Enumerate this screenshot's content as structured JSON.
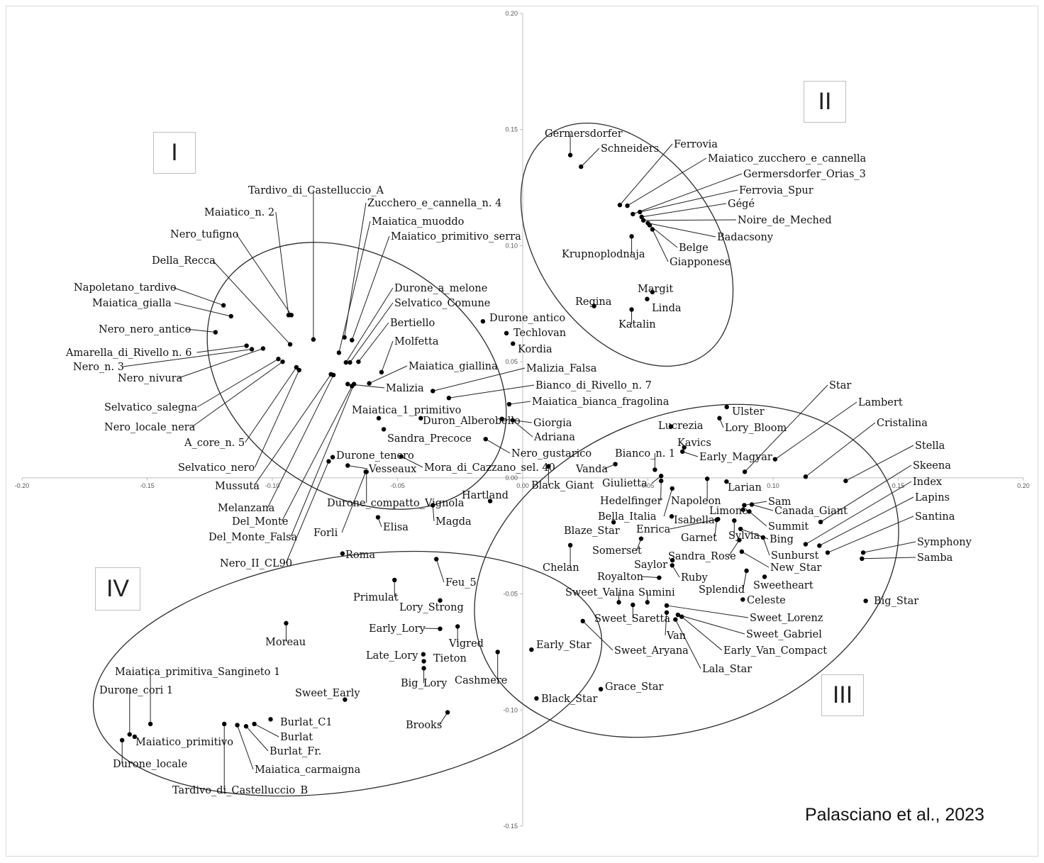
{
  "credit": "Palasciano et al., 2023",
  "groups": [
    "I",
    "II",
    "III",
    "IV"
  ],
  "chart_data": {
    "type": "scatter",
    "title": "",
    "xlabel": "",
    "ylabel": "",
    "xlim": [
      -0.2,
      0.2
    ],
    "ylim": [
      -0.15,
      0.2
    ],
    "x_ticks": [
      -0.2,
      -0.15,
      -0.1,
      -0.05,
      0.0,
      0.05,
      0.1,
      0.15,
      0.2
    ],
    "x_tick_labels": [
      "-0.20",
      "-0.15",
      "-0.10",
      "-0.05",
      "0.00",
      "0.05",
      "0.10",
      "0.15",
      "0.20"
    ],
    "y_ticks": [
      0.2,
      0.15,
      0.1,
      0.05,
      0.0,
      -0.05,
      -0.1,
      -0.15
    ],
    "y_tick_labels": [
      "0.20",
      "0.15",
      "0.10",
      "0.05",
      "0.00",
      "-0.05",
      "-0.10",
      "-0.15"
    ],
    "grid": false,
    "points": [
      {
        "name": "Tardivo_di_Castelluccio_A",
        "x": -0.0836,
        "y": 0.0596
      },
      {
        "name": "Maiatico_n. 2",
        "x": -0.0935,
        "y": 0.0701
      },
      {
        "name": "Nero_tufigno",
        "x": -0.0924,
        "y": 0.0701
      },
      {
        "name": "Della_Recca",
        "x": -0.0929,
        "y": 0.0575
      },
      {
        "name": "Napoletano_tardivo",
        "x": -0.1195,
        "y": 0.0743
      },
      {
        "name": "Maiatica_gialla",
        "x": -0.1165,
        "y": 0.0696
      },
      {
        "name": "Nero_nero_antico",
        "x": -0.1227,
        "y": 0.0627
      },
      {
        "name": "Amarella_di_Rivello n. 6",
        "x": -0.1103,
        "y": 0.0569
      },
      {
        "name": "Nero_n. 3",
        "x": -0.1082,
        "y": 0.0554
      },
      {
        "name": "Nero_nivura",
        "x": -0.1037,
        "y": 0.0557
      },
      {
        "name": "Selvatico_salegna",
        "x": -0.0976,
        "y": 0.0512
      },
      {
        "name": "Nero_locale_nera",
        "x": -0.0959,
        "y": 0.05
      },
      {
        "name": "A_core_n. 5",
        "x": -0.0904,
        "y": 0.0476
      },
      {
        "name": "Selvatico_nero",
        "x": -0.0893,
        "y": 0.0464
      },
      {
        "name": "Zucchero_e_cannella_n. 4",
        "x": -0.0712,
        "y": 0.0605
      },
      {
        "name": "Maiatica_muoddo",
        "x": -0.0734,
        "y": 0.0539
      },
      {
        "name": "Maiatico_primitivo_serra",
        "x": -0.0682,
        "y": 0.0593
      },
      {
        "name": "Durone_a_melone",
        "x": -0.0706,
        "y": 0.0497
      },
      {
        "name": "Selvatico_Comune",
        "x": -0.069,
        "y": 0.0497
      },
      {
        "name": "Bertiello",
        "x": -0.0656,
        "y": 0.05
      },
      {
        "name": "Molfetta",
        "x": -0.0564,
        "y": 0.0455
      },
      {
        "name": "Maiatica_giallina",
        "x": -0.0613,
        "y": 0.0407
      },
      {
        "name": "Malizia",
        "x": -0.0699,
        "y": 0.0404
      },
      {
        "name": "Mussuta",
        "x": -0.0766,
        "y": 0.0446
      },
      {
        "name": "Melanzana",
        "x": -0.0756,
        "y": 0.0443
      },
      {
        "name": "Del_Monte",
        "x": -0.0682,
        "y": 0.0395
      },
      {
        "name": "Del_Monte_Falsa",
        "x": -0.0674,
        "y": 0.0404
      },
      {
        "name": "Durone_antico",
        "x": -0.0159,
        "y": 0.0674
      },
      {
        "name": "Techlovan",
        "x": -0.0065,
        "y": 0.0623
      },
      {
        "name": "Kordia",
        "x": -0.0039,
        "y": 0.0578
      },
      {
        "name": "Malizia_Falsa",
        "x": -0.0359,
        "y": 0.0374
      },
      {
        "name": "Bianco_di_Rivello_n. 7",
        "x": -0.0295,
        "y": 0.0344
      },
      {
        "name": "Maiatica_bianca_fragolina",
        "x": -0.0054,
        "y": 0.0317
      },
      {
        "name": "Maiatica_1_primitivo",
        "x": -0.0575,
        "y": 0.0257
      },
      {
        "name": "Duron_Alberobello",
        "x": -0.0407,
        "y": 0.0257
      },
      {
        "name": "Giorgia",
        "x": -0.0083,
        "y": 0.0254
      },
      {
        "name": "Adriana",
        "x": -0.004,
        "y": 0.0248
      },
      {
        "name": "Sandra_Precoce",
        "x": -0.0555,
        "y": 0.0209
      },
      {
        "name": "Nero_gustarico",
        "x": -0.0148,
        "y": 0.0167
      },
      {
        "name": "Mora_di_Cazzano_sel. 40",
        "x": -0.0485,
        "y": 0.0092
      },
      {
        "name": "Durone_tenero",
        "x": -0.0759,
        "y": 0.0089
      },
      {
        "name": "Vesseaux",
        "x": -0.0699,
        "y": 0.0053
      },
      {
        "name": "Durone_compatto_Vignola",
        "x": -0.0624,
        "y": 0.0026
      },
      {
        "name": "Forli",
        "x": -0.0627,
        "y": 0.0026
      },
      {
        "name": "Nero_II_CL90",
        "x": -0.0775,
        "y": 0.0071
      },
      {
        "name": "Black_Giant",
        "x": 0.0103,
        "y": 0.005
      },
      {
        "name": "Hartland",
        "x": -0.013,
        "y": -0.01
      },
      {
        "name": "Magda",
        "x": -0.0359,
        "y": -0.0118
      },
      {
        "name": "Elisa",
        "x": -0.0578,
        "y": -0.017
      },
      {
        "name": "Germersdorfer",
        "x": 0.019,
        "y": 0.139
      },
      {
        "name": "Schneiders",
        "x": 0.0233,
        "y": 0.134
      },
      {
        "name": "Ferrovia",
        "x": 0.0388,
        "y": 0.1175
      },
      {
        "name": "Maiatico_zucchero_e_cannella",
        "x": 0.0418,
        "y": 0.1172
      },
      {
        "name": "Germersdorfer_Orias_3",
        "x": 0.044,
        "y": 0.1136
      },
      {
        "name": "Ferrovia_Spur",
        "x": 0.0468,
        "y": 0.1145
      },
      {
        "name": "Gégé",
        "x": 0.0475,
        "y": 0.1124
      },
      {
        "name": "Noire_de_Meched",
        "x": 0.0482,
        "y": 0.1109
      },
      {
        "name": "Badacsony",
        "x": 0.05,
        "y": 0.1097
      },
      {
        "name": "Belge",
        "x": 0.0507,
        "y": 0.1088
      },
      {
        "name": "Giapponese",
        "x": 0.0518,
        "y": 0.107
      },
      {
        "name": "Krupnoplodnaja",
        "x": 0.0435,
        "y": 0.104
      },
      {
        "name": "Regina",
        "x": 0.0285,
        "y": 0.074
      },
      {
        "name": "Margit",
        "x": 0.0518,
        "y": 0.08
      },
      {
        "name": "Linda",
        "x": 0.0497,
        "y": 0.077
      },
      {
        "name": "Katalin",
        "x": 0.0435,
        "y": 0.0725
      },
      {
        "name": "Ulster",
        "x": 0.0815,
        "y": 0.0305
      },
      {
        "name": "Lory_Bloom",
        "x": 0.0786,
        "y": 0.0257
      },
      {
        "name": "Lucrezia",
        "x": 0.0592,
        "y": 0.0221
      },
      {
        "name": "Kavics",
        "x": 0.0645,
        "y": 0.0131
      },
      {
        "name": "Early_Magyar",
        "x": 0.0638,
        "y": 0.0113
      },
      {
        "name": "Bianco_n. 1",
        "x": 0.0528,
        "y": 0.0035
      },
      {
        "name": "Vanda",
        "x": 0.037,
        "y": 0.0059
      },
      {
        "name": "Giulietta",
        "x": 0.0553,
        "y": 0.0008
      },
      {
        "name": "Hedelfinger",
        "x": 0.0553,
        "y": -0.0013
      },
      {
        "name": "Napoleon",
        "x": 0.0737,
        "y": -0.0004
      },
      {
        "name": "Larian",
        "x": 0.0814,
        "y": -0.0016
      },
      {
        "name": "Star",
        "x": 0.0887,
        "y": 0.0026
      },
      {
        "name": "Lambert",
        "x": 0.1008,
        "y": 0.008
      },
      {
        "name": "Cristalina",
        "x": 0.113,
        "y": 0.0005
      },
      {
        "name": "Stella",
        "x": 0.129,
        "y": -0.0013
      },
      {
        "name": "Sam",
        "x": 0.0885,
        "y": -0.0118
      },
      {
        "name": "Canada_Giant",
        "x": 0.0915,
        "y": -0.0115
      },
      {
        "name": "Summit",
        "x": 0.0905,
        "y": -0.0145
      },
      {
        "name": "Bella_Italia",
        "x": 0.0597,
        "y": -0.0046
      },
      {
        "name": "Limone",
        "x": 0.088,
        "y": -0.0137
      },
      {
        "name": "Isabella",
        "x": 0.0595,
        "y": -0.0166
      },
      {
        "name": "Enrica",
        "x": 0.078,
        "y": -0.0178
      },
      {
        "name": "Blaze_Star",
        "x": 0.0363,
        "y": -0.0191
      },
      {
        "name": "Garnet",
        "x": 0.0775,
        "y": -0.0181
      },
      {
        "name": "Sylvia",
        "x": 0.0845,
        "y": -0.0184
      },
      {
        "name": "Bing",
        "x": 0.087,
        "y": -0.022
      },
      {
        "name": "Skeena",
        "x": 0.119,
        "y": -0.019
      },
      {
        "name": "Somerset",
        "x": 0.0473,
        "y": -0.0262
      },
      {
        "name": "Chelan",
        "x": 0.019,
        "y": -0.029
      },
      {
        "name": "Sandra_Rose",
        "x": 0.0865,
        "y": -0.0268
      },
      {
        "name": "Sunburst",
        "x": 0.096,
        "y": -0.0257
      },
      {
        "name": "Index",
        "x": 0.113,
        "y": -0.0286
      },
      {
        "name": "Lapins",
        "x": 0.1185,
        "y": -0.0292
      },
      {
        "name": "Santina",
        "x": 0.1218,
        "y": -0.0322
      },
      {
        "name": "Symphony",
        "x": 0.136,
        "y": -0.0322
      },
      {
        "name": "Samba",
        "x": 0.1355,
        "y": -0.0348
      },
      {
        "name": "New_Star",
        "x": 0.0875,
        "y": -0.0318
      },
      {
        "name": "Saylor",
        "x": 0.0598,
        "y": -0.0355
      },
      {
        "name": "Ruby",
        "x": 0.0597,
        "y": -0.0377
      },
      {
        "name": "Royalton",
        "x": 0.0545,
        "y": -0.043
      },
      {
        "name": "Splendid",
        "x": 0.0894,
        "y": -0.04
      },
      {
        "name": "Sweetheart",
        "x": 0.0966,
        "y": -0.0426
      },
      {
        "name": "Big_Star",
        "x": 0.137,
        "y": -0.053
      },
      {
        "name": "Sweet_Valina",
        "x": 0.0384,
        "y": -0.0536
      },
      {
        "name": "Sumini",
        "x": 0.0498,
        "y": -0.0536
      },
      {
        "name": "Celeste",
        "x": 0.0879,
        "y": -0.0524
      },
      {
        "name": "Sweet_Saretta",
        "x": 0.044,
        "y": -0.0547
      },
      {
        "name": "Sweet_Lorenz",
        "x": 0.0575,
        "y": -0.055
      },
      {
        "name": "Van",
        "x": 0.0575,
        "y": -0.058
      },
      {
        "name": "Sweet_Gabriel",
        "x": 0.062,
        "y": -0.059
      },
      {
        "name": "Early_Van_Compact",
        "x": 0.0635,
        "y": -0.0598
      },
      {
        "name": "Lala_Star",
        "x": 0.061,
        "y": -0.061
      },
      {
        "name": "Sweet_Aryana",
        "x": 0.024,
        "y": -0.0617
      },
      {
        "name": "Early_Star",
        "x": 0.0035,
        "y": -0.074
      },
      {
        "name": "Grace_Star",
        "x": 0.0312,
        "y": -0.091
      },
      {
        "name": "Black_Star",
        "x": 0.0055,
        "y": -0.095
      },
      {
        "name": "Roma",
        "x": -0.072,
        "y": -0.0326
      },
      {
        "name": "Feu_5",
        "x": -0.0345,
        "y": -0.035
      },
      {
        "name": "Primulat",
        "x": -0.0512,
        "y": -0.044
      },
      {
        "name": "Lory_Strong",
        "x": -0.033,
        "y": -0.0528
      },
      {
        "name": "Moreau",
        "x": -0.0945,
        "y": -0.0626
      },
      {
        "name": "Early_Lory",
        "x": -0.033,
        "y": -0.065
      },
      {
        "name": "Vigred",
        "x": -0.026,
        "y": -0.064
      },
      {
        "name": "Late_Lory",
        "x": -0.0397,
        "y": -0.076
      },
      {
        "name": "Tieton",
        "x": -0.0395,
        "y": -0.079
      },
      {
        "name": "Cashmere",
        "x": -0.01,
        "y": -0.075
      },
      {
        "name": "Big_Lory",
        "x": -0.0395,
        "y": -0.082
      },
      {
        "name": "Sweet_Early",
        "x": -0.071,
        "y": -0.0955
      },
      {
        "name": "Brooks",
        "x": -0.03,
        "y": -0.101
      },
      {
        "name": "Maiatica_primitiva_Sangineto 1",
        "x": -0.1487,
        "y": -0.106
      },
      {
        "name": "Durone_cori 1",
        "x": -0.157,
        "y": -0.1105
      },
      {
        "name": "Maiatico_primitivo",
        "x": -0.155,
        "y": -0.1115
      },
      {
        "name": "Durone_locale",
        "x": -0.16,
        "y": -0.113
      },
      {
        "name": "Burlat_C1",
        "x": -0.1007,
        "y": -0.104
      },
      {
        "name": "Burlat",
        "x": -0.1072,
        "y": -0.106
      },
      {
        "name": "Burlat_Fr.",
        "x": -0.1105,
        "y": -0.107
      },
      {
        "name": "Maiatica_carmaigna",
        "x": -0.114,
        "y": -0.1065
      },
      {
        "name": "Tardivo_di_Castelluccio_B",
        "x": -0.1192,
        "y": -0.106
      }
    ]
  }
}
